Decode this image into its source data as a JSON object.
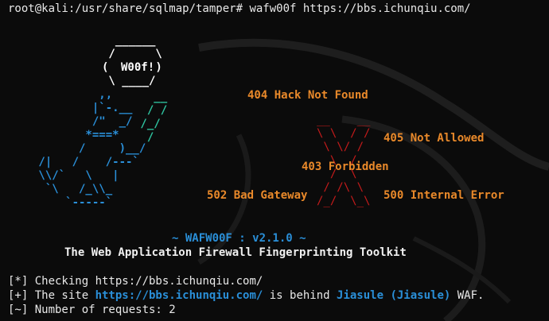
{
  "terminal": {
    "prompt": "root@kali:/usr/share/sqlmap/tamper# ",
    "command": "wafw00f https://bbs.ichunqiu.com/"
  },
  "logo": {
    "badge_text": "W00f!"
  },
  "errors": {
    "e404": "404 Hack Not Found",
    "e405": "405 Not Allowed",
    "e403": "403 Forbidden",
    "e502": "502 Bad Gateway",
    "e500": "500 Internal Error"
  },
  "banner": {
    "version_line": "~ WAFW00F : v2.1.0 ~",
    "subtitle": "The Web Application Firewall Fingerprinting Toolkit"
  },
  "output": {
    "line1_prefix": "[*] Checking ",
    "line1_url": "https://bbs.ichunqiu.com/",
    "line2_prefix": "[+] The site ",
    "line2_url": "https://bbs.ichunqiu.com/",
    "line2_mid": " is behind ",
    "line2_waf": "Jiasule (Jiasule)",
    "line2_suffix": " WAF.",
    "line3": "[~] Number of requests: 2"
  },
  "colors": {
    "background": "#0b0b0b",
    "accent_blue": "#2a8fd8",
    "accent_green": "#2fc4a0",
    "accent_orange": "#e9892a",
    "accent_red": "#c51b1b"
  }
}
